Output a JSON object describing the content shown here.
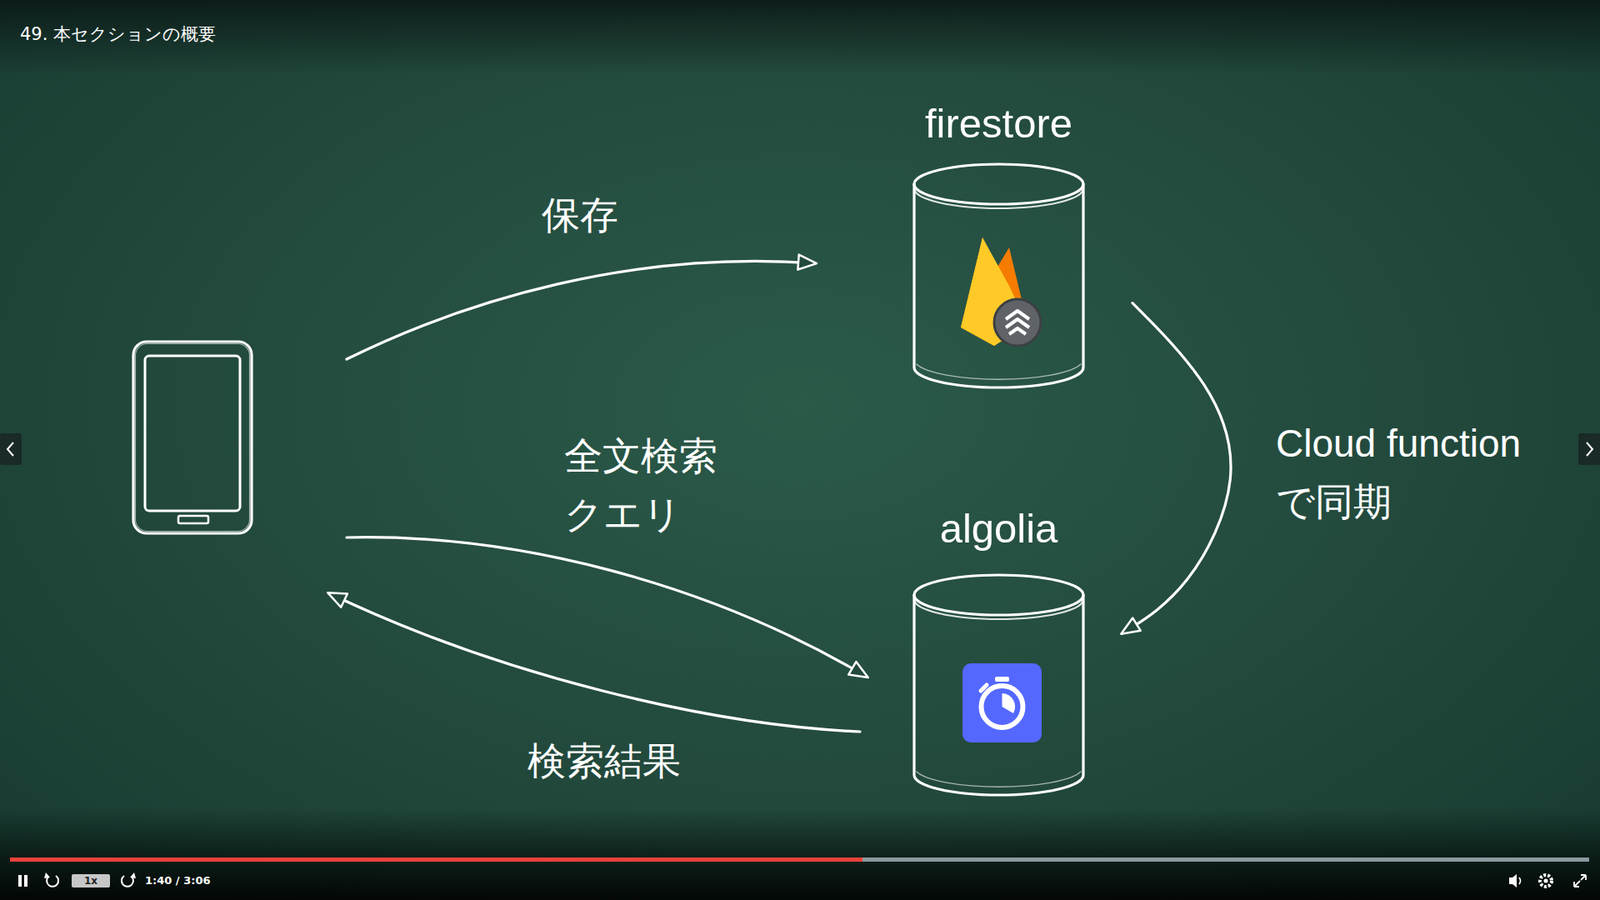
{
  "diagram": {
    "title": "49. 本セクションの概要",
    "nodes": [
      {
        "text": [
          "firestore"
        ]
      },
      {
        "text": [
          "algolia"
        ]
      }
    ],
    "edges": [
      {
        "from": 0,
        "to": 1,
        "arrow": "to",
        "label": "Cloud function で同期"
      }
    ],
    "labels": [
      "保存",
      "全文検索 クエリ",
      "検索結果",
      "1x",
      "1:40 / 3:06"
    ]
  }
}
